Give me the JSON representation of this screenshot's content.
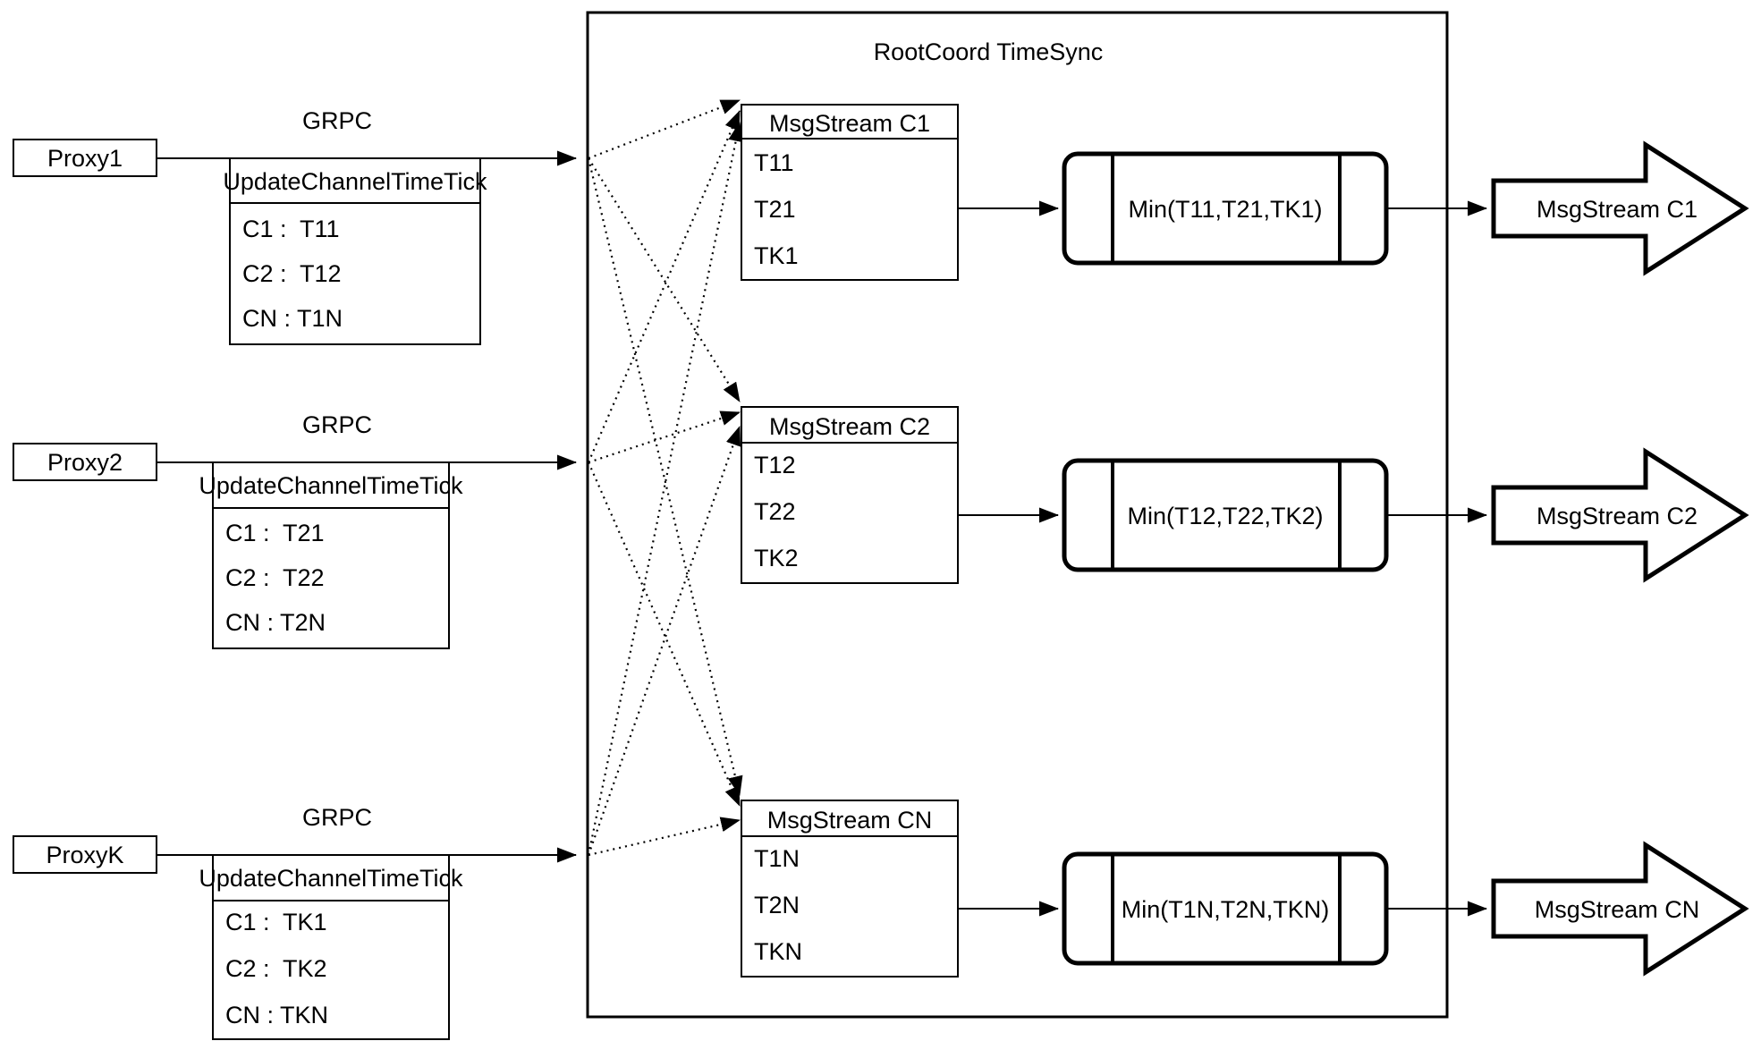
{
  "diagram": {
    "container_title": "RootCoord TimeSync",
    "grpc_label": "GRPC",
    "proxies": [
      {
        "name": "Proxy1",
        "table_header": "UpdateChannelTimeTick",
        "entries": [
          "C1 :  T11",
          "C2 :  T12",
          "CN : T1N"
        ]
      },
      {
        "name": "Proxy2",
        "table_header": "UpdateChannelTimeTick",
        "entries": [
          "C1 :  T21",
          "C2 :  T22",
          "CN : T2N"
        ]
      },
      {
        "name": "ProxyK",
        "table_header": "UpdateChannelTimeTick",
        "entries": [
          "C1 :  TK1",
          "C2 :  TK2",
          "CN : TKN"
        ]
      }
    ],
    "streams": [
      {
        "title": "MsgStream C1",
        "ticks": [
          "T11",
          "T21",
          "TK1"
        ],
        "min_label": "Min(T11,T21,TK1)",
        "output_label": "MsgStream C1"
      },
      {
        "title": "MsgStream C2",
        "ticks": [
          "T12",
          "T22",
          "TK2"
        ],
        "min_label": "Min(T12,T22,TK2)",
        "output_label": "MsgStream C2"
      },
      {
        "title": "MsgStream CN",
        "ticks": [
          "T1N",
          "T2N",
          "TKN"
        ],
        "min_label": "Min(T1N,T2N,TKN)",
        "output_label": "MsgStream CN"
      }
    ]
  }
}
